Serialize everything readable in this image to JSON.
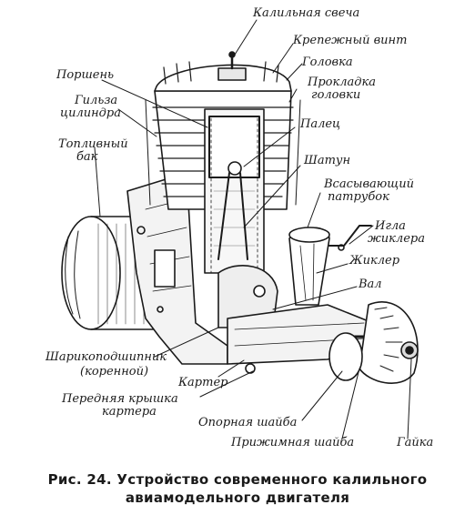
{
  "labels": {
    "spark_plug": "Калильная свеча",
    "mount_screw": "Крепежный винт",
    "head": "Головка",
    "head_gasket_1": "Прокладка",
    "head_gasket_2": "головки",
    "piston": "Поршень",
    "cylinder_sleeve_1": "Гильза",
    "cylinder_sleeve_2": "цилиндра",
    "pin": "Палец",
    "fuel_tank_1": "Топливный",
    "fuel_tank_2": "бак",
    "conrod": "Шатун",
    "intake_1": "Всасывающий",
    "intake_2": "патрубок",
    "needle_1": "Игла",
    "needle_2": "жиклера",
    "jet": "Жиклер",
    "shaft": "Вал",
    "bearing_1": "Шарикоподшипник",
    "bearing_2": "(коренной)",
    "crankcase": "Картер",
    "front_cover_1": "Передняя крышка",
    "front_cover_2": "картера",
    "support_washer": "Опорная шайба",
    "clamp_washer": "Прижимная шайба",
    "nut": "Гайка"
  },
  "caption": {
    "line1": "Рис. 24. Устройство современного калильного",
    "line2": "авиамодельного двигателя"
  }
}
